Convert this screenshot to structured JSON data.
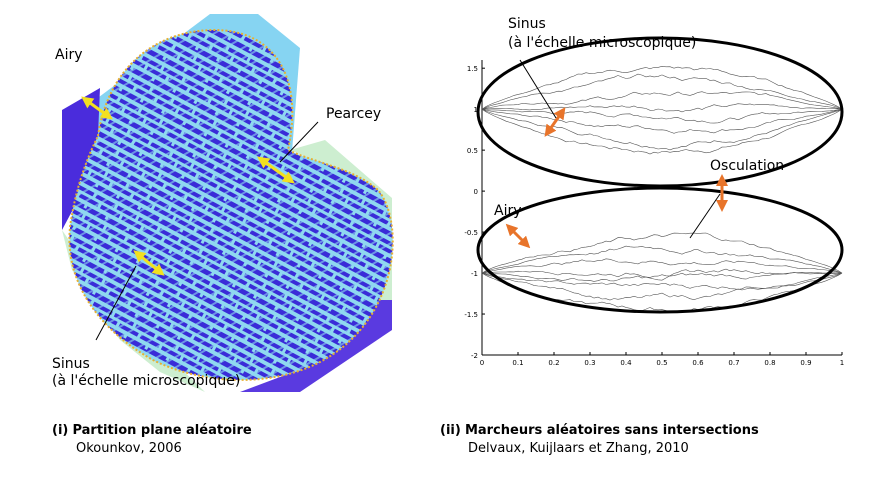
{
  "left_figure": {
    "labels": {
      "airy": "Airy",
      "pearcey": "Pearcey",
      "sinus_line1": "Sinus",
      "sinus_line2": "(à l'échelle microscopique)"
    },
    "caption": {
      "marker": "(i)",
      "title": "Partition plane aléatoire",
      "source": "Okounkov, 2006"
    },
    "colors": {
      "tiling_dark": "#3a2cd8",
      "tiling_light": "#8fd8f0",
      "corner_cyan": "#86d4f2",
      "corner_green": "#cdeed0",
      "boundary": "#e8b030",
      "arrow": "#f2e020"
    }
  },
  "right_figure": {
    "labels": {
      "sinus_line1": "Sinus",
      "sinus_line2": "(à l'échelle microscopique)",
      "osculation": "Osculation",
      "airy": "Airy"
    },
    "caption": {
      "marker": "(ii)",
      "title": "Marcheurs aléatoires sans intersections",
      "source": "Delvaux, Kuijlaars et Zhang, 2010"
    },
    "colors": {
      "ellipse": "#000000",
      "paths": "#555555",
      "arrow": "#e8742a"
    },
    "chart_data": {
      "type": "line",
      "x_ticks": [
        "0",
        "0.1",
        "0.2",
        "0.3",
        "0.4",
        "0.5",
        "0.6",
        "0.7",
        "0.8",
        "0.9",
        "1"
      ],
      "y_ticks": [
        "1.5",
        "1",
        "0.5",
        "0",
        "-0.5",
        "-1",
        "-1.5",
        "-2"
      ],
      "xlim": [
        0,
        1
      ],
      "ylim": [
        -2,
        1.6
      ],
      "upper_group": {
        "start_y": 1,
        "end_y": 1,
        "count": 8
      },
      "lower_group": {
        "start_y": -1,
        "end_y": -1,
        "count": 8
      },
      "osculation_x": 0.667
    }
  }
}
